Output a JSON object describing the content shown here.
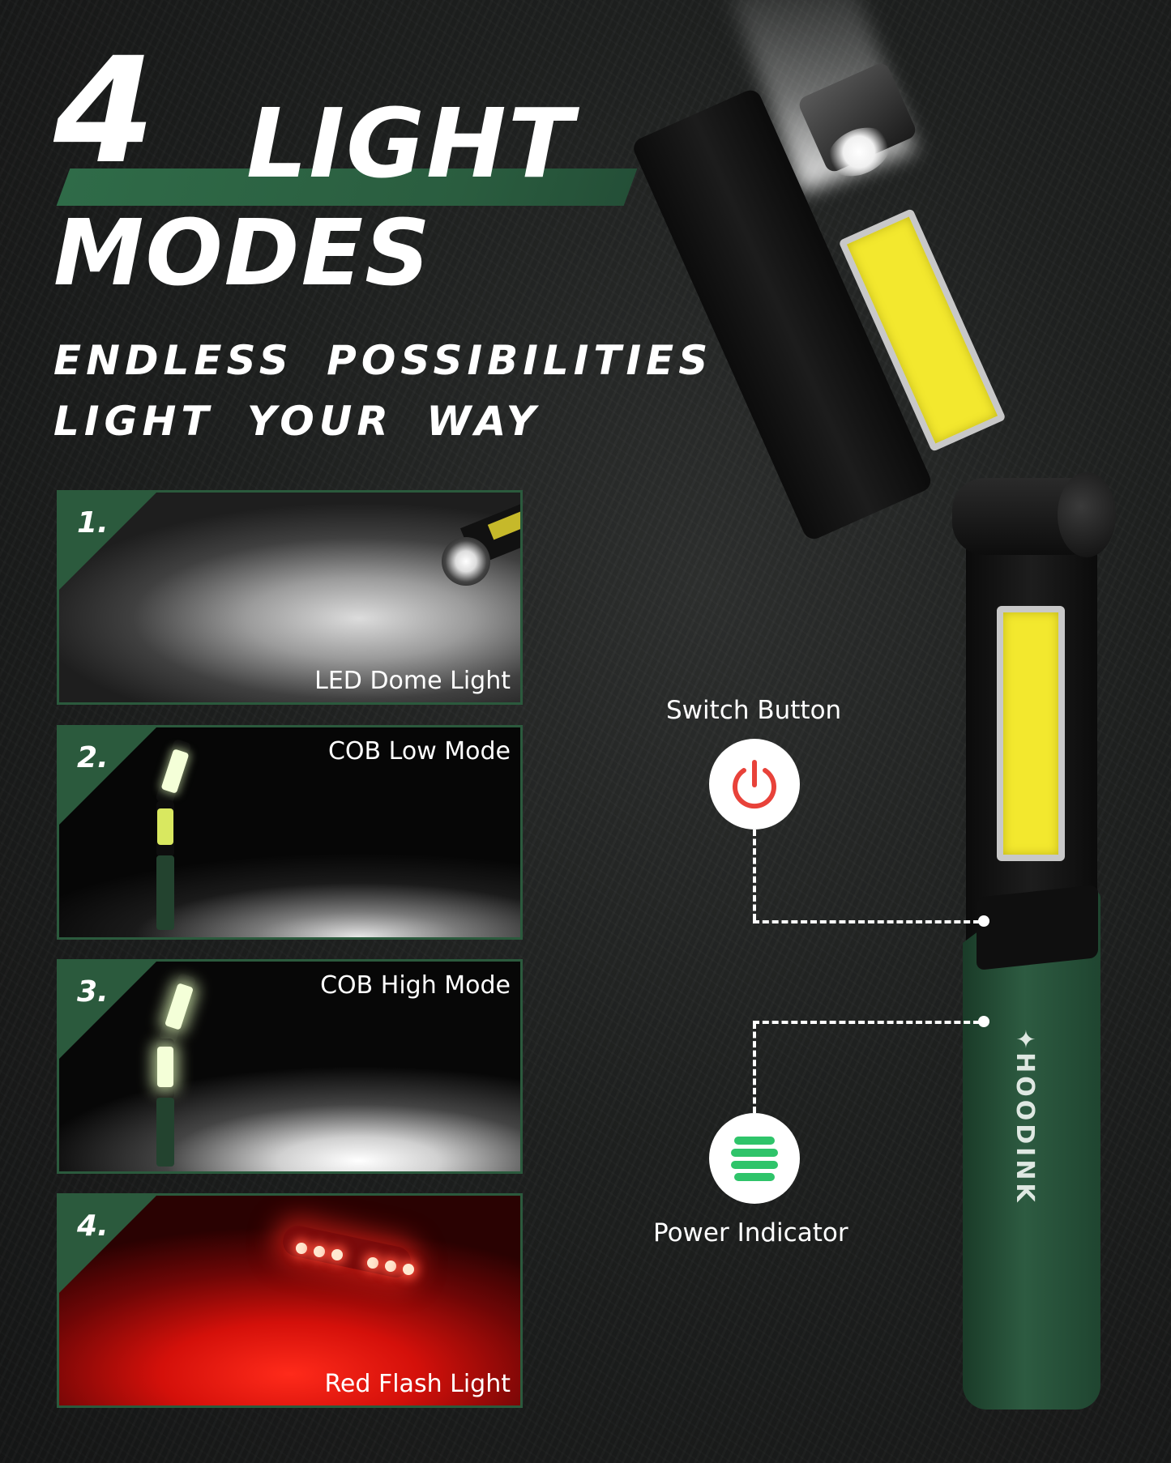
{
  "headline": {
    "number": "4",
    "word1": "LIGHT",
    "word2": "MODES"
  },
  "subtitle": {
    "line1": "ENDLESS POSSIBILITIES",
    "line2": "LIGHT YOUR WAY"
  },
  "modes": [
    {
      "number": "1.",
      "label": "LED Dome Light"
    },
    {
      "number": "2.",
      "label": "COB Low Mode"
    },
    {
      "number": "3.",
      "label": "COB High Mode"
    },
    {
      "number": "4.",
      "label": "Red Flash Light"
    }
  ],
  "callouts": {
    "switch": "Switch Button",
    "power": "Power Indicator"
  },
  "brand": "✦HOODINK",
  "colors": {
    "accent_green": "#2b5a3d",
    "power_icon_red": "#e8423a",
    "indicator_green": "#2fc46a",
    "cob_yellow": "#f3e82e"
  },
  "icons": {
    "switch": "power-icon",
    "power": "battery-level-icon"
  }
}
